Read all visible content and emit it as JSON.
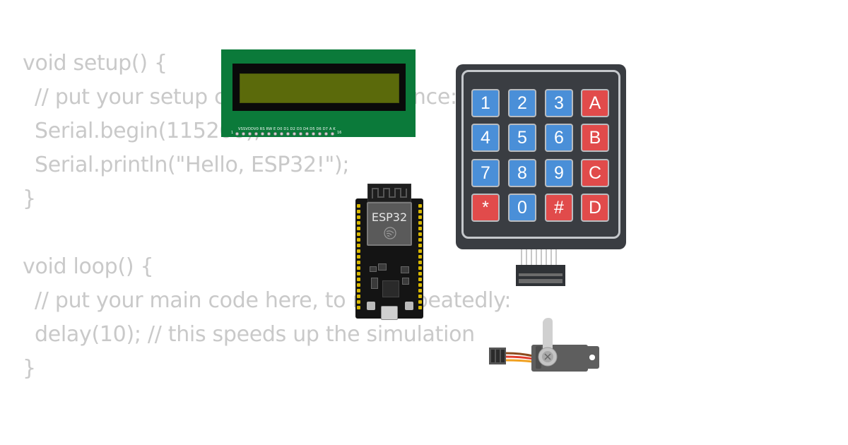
{
  "code_lines": [
    {
      "text": "void setup() {",
      "indent": false
    },
    {
      "text": "// put your setup code here, to run once:",
      "indent": true
    },
    {
      "text": "Serial.begin(115200);",
      "indent": true
    },
    {
      "text": "Serial.println(\"Hello, ESP32!\");",
      "indent": true
    },
    {
      "text": "}",
      "indent": false
    },
    {
      "text": "",
      "indent": false
    },
    {
      "text": "void loop() {",
      "indent": false
    },
    {
      "text": "// put your main code here, to run repeatedly:",
      "indent": true
    },
    {
      "text": "delay(10); // this speeds up the simulation",
      "indent": true
    },
    {
      "text": "}",
      "indent": false
    }
  ],
  "lcd": {
    "pin_labels": "VSSVDDV0 RS RW E  D0 D1 D2 D3 D4 D5 D6 D7  A   K",
    "first_pin": "1",
    "last_pin": "16"
  },
  "esp32": {
    "label": "ESP32"
  },
  "keypad": {
    "keys": [
      {
        "label": "1",
        "color": "blue"
      },
      {
        "label": "2",
        "color": "blue"
      },
      {
        "label": "3",
        "color": "blue"
      },
      {
        "label": "A",
        "color": "red"
      },
      {
        "label": "4",
        "color": "blue"
      },
      {
        "label": "5",
        "color": "blue"
      },
      {
        "label": "6",
        "color": "blue"
      },
      {
        "label": "B",
        "color": "red"
      },
      {
        "label": "7",
        "color": "blue"
      },
      {
        "label": "8",
        "color": "blue"
      },
      {
        "label": "9",
        "color": "blue"
      },
      {
        "label": "C",
        "color": "red"
      },
      {
        "label": "*",
        "color": "red"
      },
      {
        "label": "0",
        "color": "blue"
      },
      {
        "label": "#",
        "color": "red"
      },
      {
        "label": "D",
        "color": "red"
      }
    ]
  },
  "colors": {
    "code_text": "#c9c9c9",
    "lcd_board": "#0b7a3a",
    "lcd_screen": "#5b6a0b",
    "keypad_body": "#3a3d42",
    "key_blue": "#4a8fd8",
    "key_red": "#e14b4b"
  }
}
